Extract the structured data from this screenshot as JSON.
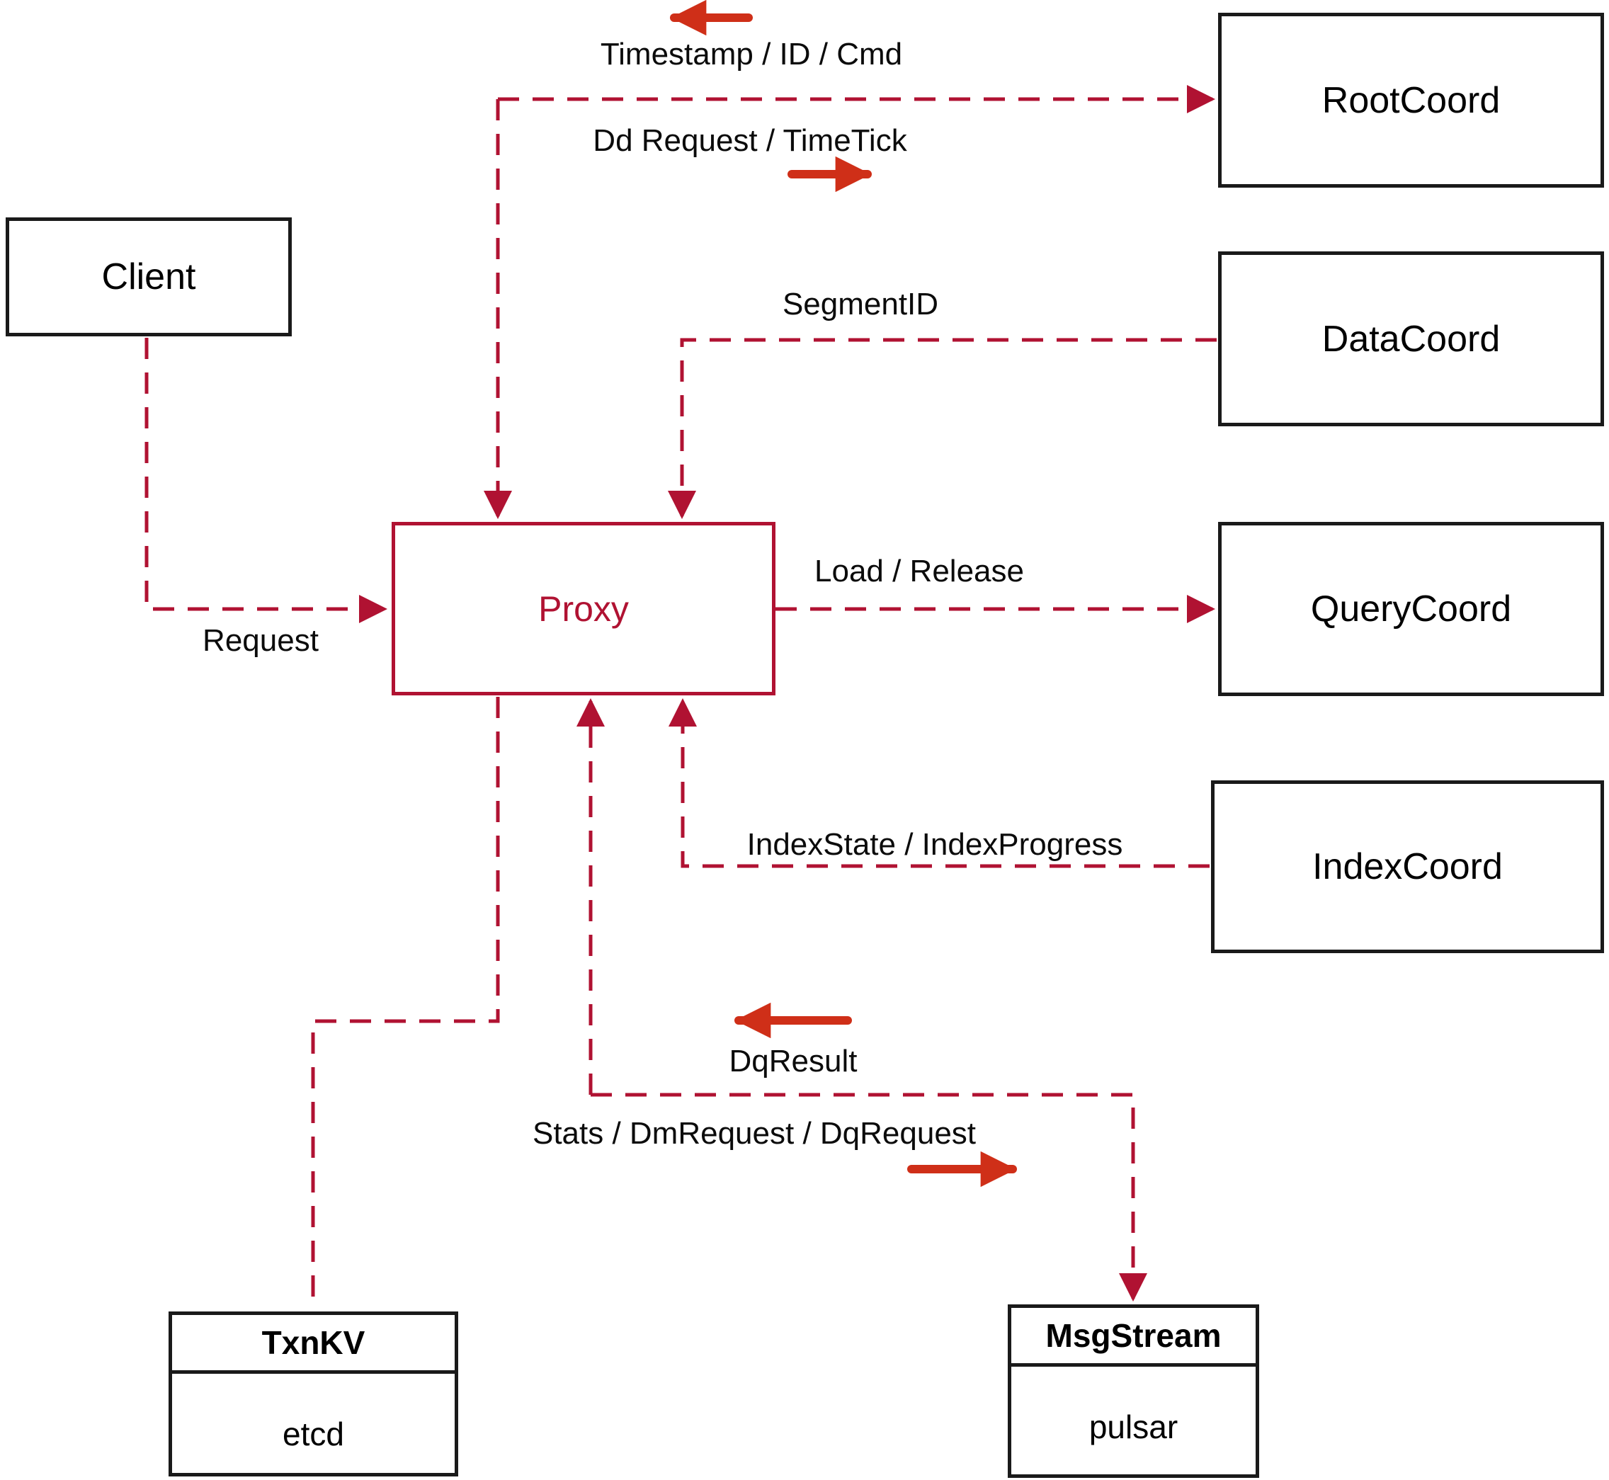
{
  "colors": {
    "crimson": "#B01232",
    "arrow_red": "#CF2F18",
    "box_border": "#1A1A1A"
  },
  "nodes": {
    "client": {
      "label": "Client"
    },
    "proxy": {
      "label": "Proxy"
    },
    "root_coord": {
      "label": "RootCoord"
    },
    "data_coord": {
      "label": "DataCoord"
    },
    "query_coord": {
      "label": "QueryCoord"
    },
    "index_coord": {
      "label": "IndexCoord"
    },
    "txn_kv": {
      "title": "TxnKV",
      "subtitle": "etcd"
    },
    "msg_stream": {
      "title": "MsgStream",
      "subtitle": "pulsar"
    }
  },
  "edge_labels": {
    "timestamp_id_cmd": "Timestamp / ID / Cmd",
    "dd_request_timetick": "Dd Request / TimeTick",
    "segment_id": "SegmentID",
    "request": "Request",
    "load_release": "Load / Release",
    "index_state_progress": "IndexState / IndexProgress",
    "dq_result": "DqResult",
    "stats_dm_dq_request": "Stats / DmRequest / DqRequest"
  }
}
